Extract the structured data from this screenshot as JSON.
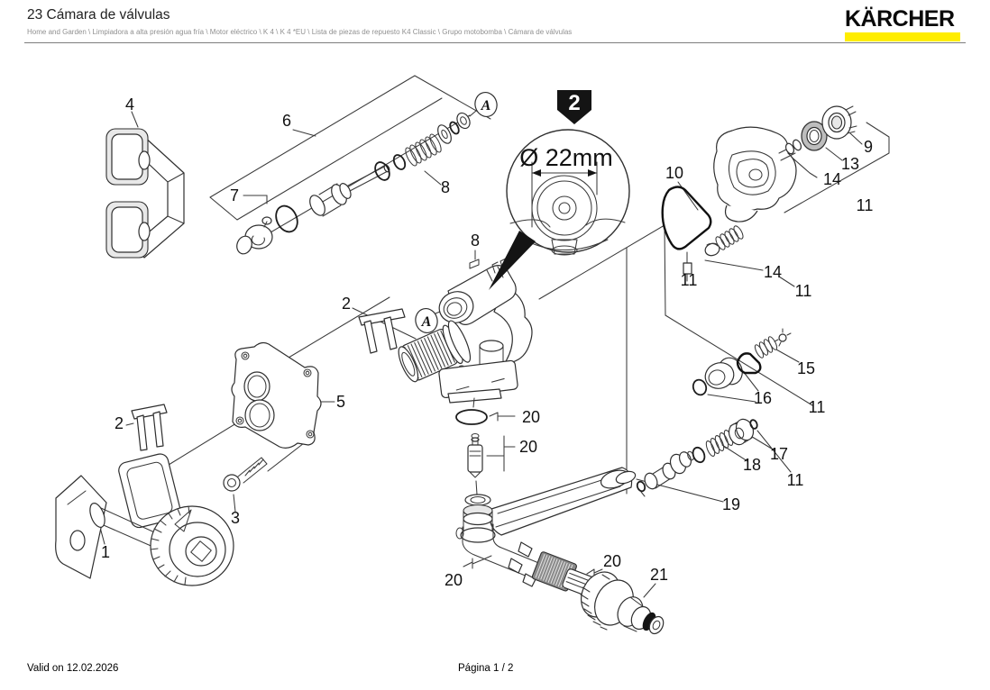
{
  "header": {
    "title": "23 Cámara de válvulas",
    "breadcrumb": "Home and Garden \\ Limpiadora a alta presión agua fría \\ Motor eléctrico \\ K 4 \\ K 4 *EU \\ Lista de piezas de repuesto K4 Classic \\ Grupo motobomba \\ Cámara de válvulas",
    "brand": {
      "logo_text": "KÄRCHER",
      "logo_bar_color": "#ffed00"
    }
  },
  "figure": {
    "callout_marker": {
      "number": "2"
    },
    "magnifier": {
      "dimension": "Ø 22mm"
    },
    "view_labels": [
      "A",
      "A"
    ],
    "part_labels": [
      "4",
      "6",
      "7",
      "8",
      "2",
      "8",
      "5",
      "2",
      "3",
      "1",
      "20",
      "20",
      "20",
      "20",
      "21",
      "10",
      "9",
      "13",
      "14",
      "11",
      "11",
      "14",
      "11",
      "15",
      "16",
      "11",
      "17",
      "18",
      "11",
      "19"
    ],
    "line_color": "#2f2f2f",
    "marker_color": "#141414"
  },
  "footer": {
    "valid_on": "Valid on 12.02.2026",
    "page": "Página 1 / 2"
  }
}
